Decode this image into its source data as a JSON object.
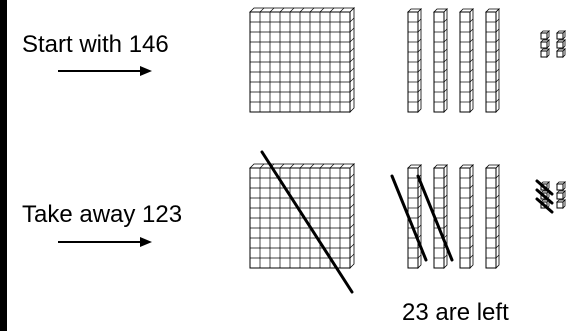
{
  "rows": [
    {
      "label": "Start with 146",
      "hundreds": 1,
      "tens": 4,
      "ones": 6,
      "crossed_hundreds": 0,
      "crossed_tens": 0,
      "crossed_ones": 0
    },
    {
      "label": "Take away 123",
      "hundreds": 1,
      "tens": 4,
      "ones": 6,
      "crossed_hundreds": 1,
      "crossed_tens": 2,
      "crossed_ones": 3
    }
  ],
  "result_text": "23 are left",
  "colors": {
    "ink": "#000000",
    "block_fill": "#ffffff",
    "grid": "#000000"
  }
}
